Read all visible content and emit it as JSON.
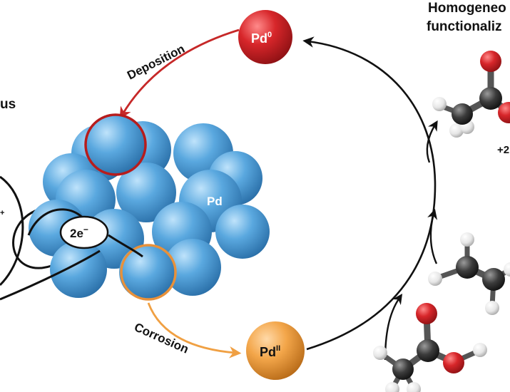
{
  "title": {
    "line1": "Homogeneo",
    "line2": "functionaliz"
  },
  "left_fragment": "us",
  "left_sign": "+",
  "right_fragment": "+2",
  "cluster": {
    "label": "Pd",
    "electron_label": "2e",
    "electron_sup": "−"
  },
  "pd0": {
    "base": "Pd",
    "sup": "0"
  },
  "pd2": {
    "base": "Pd",
    "sup": "II"
  },
  "arrows": {
    "deposition": "Deposition",
    "corrosion": "Corrosion"
  },
  "colors": {
    "pd_sphere": "#5aa8df",
    "deposition": "#c62828",
    "corrosion": "#f0a043",
    "pd0_ball": "#d7262a",
    "pd2_ball": "#f3a64a",
    "cycle": "#111111",
    "oxygen": "#e02424",
    "carbon": "#3c3c3c",
    "hydrogen": "#e6e6e6"
  }
}
